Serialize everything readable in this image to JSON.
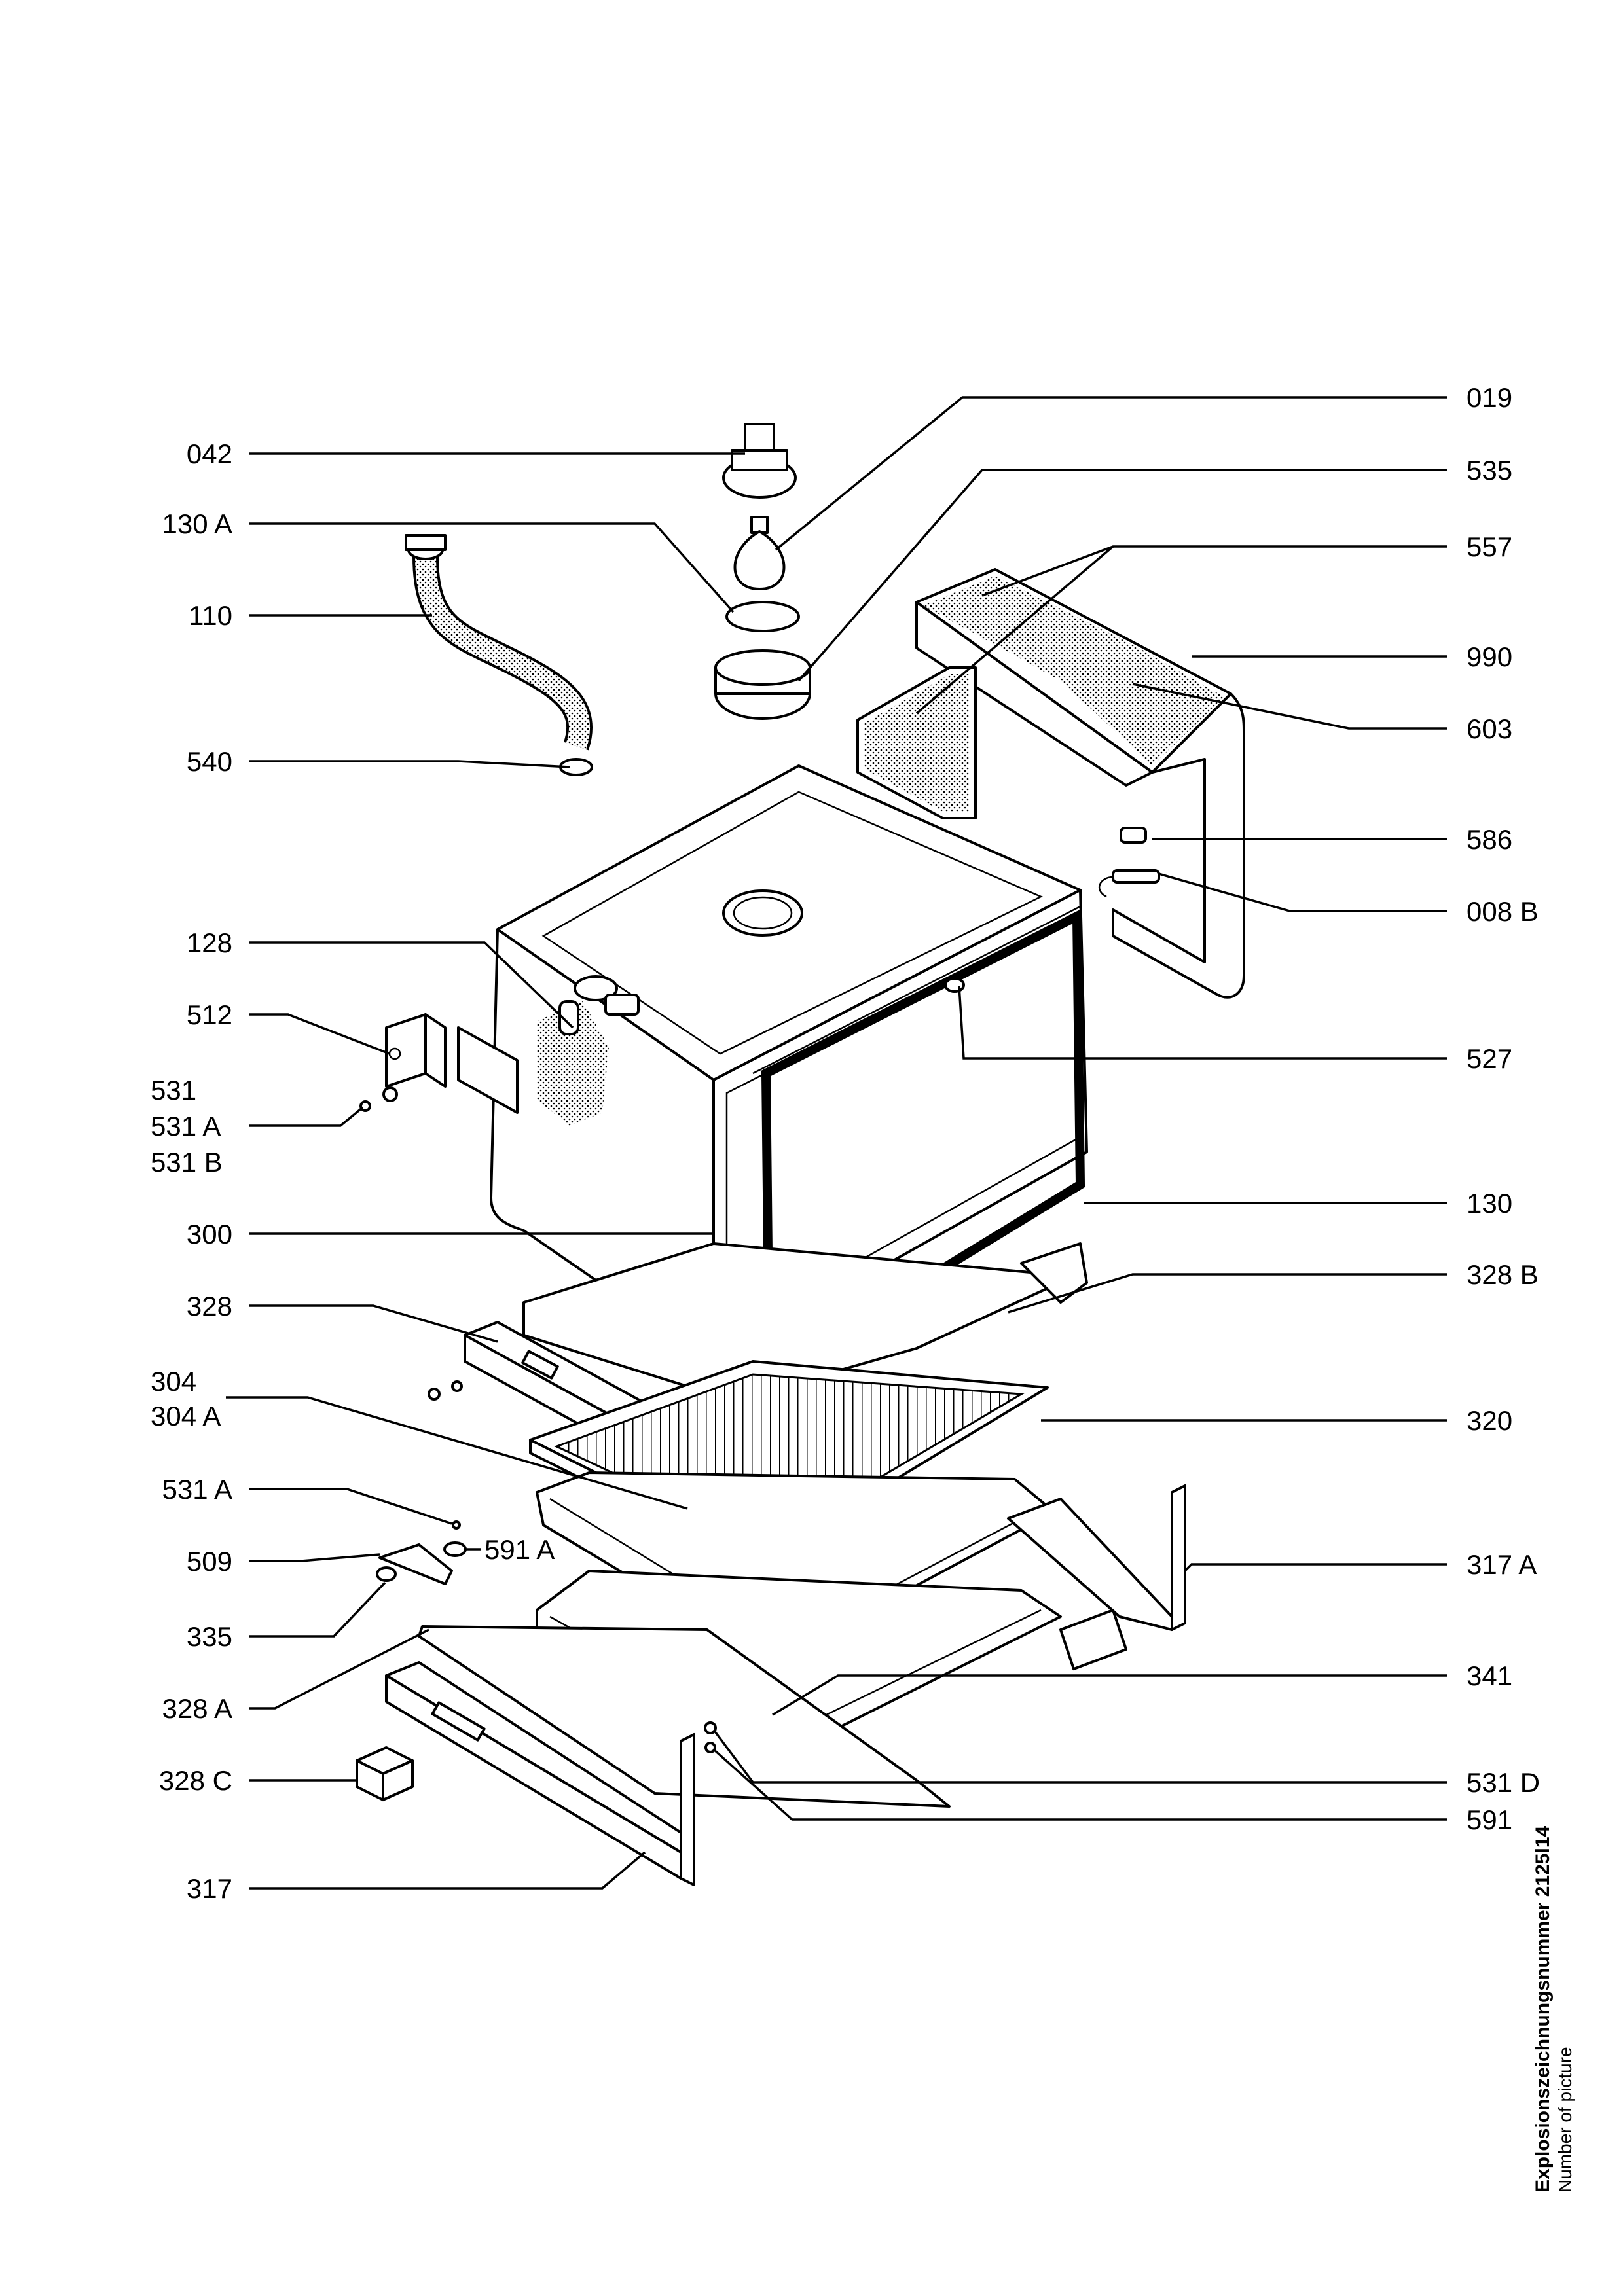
{
  "labels_left": [
    "042",
    "130 A",
    "110",
    "540",
    "128",
    "512",
    "531",
    "531 A",
    "531 B",
    "300",
    "328",
    "304",
    "304 A",
    "531 A",
    "509",
    "335",
    "328 A",
    "328 C",
    "317"
  ],
  "labels_right": [
    "019",
    "535",
    "557",
    "990",
    "603",
    "586",
    "008 B",
    "527",
    "130",
    "328 B",
    "320",
    "317 A",
    "341",
    "531 D",
    "591"
  ],
  "labels_inline": [
    "591 A"
  ],
  "picture_number": {
    "title": "Explosionszeichnungsnummer 2125l14",
    "subtitle": "Number of picture"
  }
}
